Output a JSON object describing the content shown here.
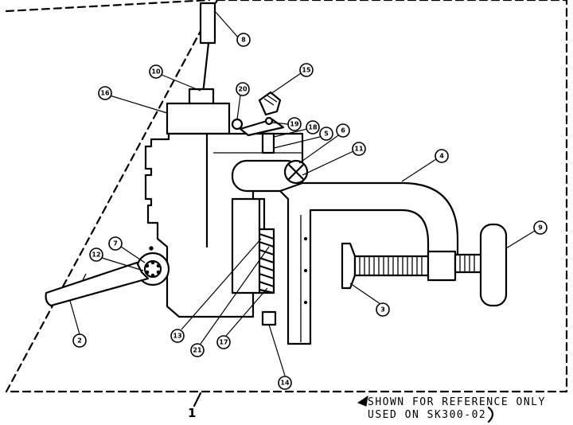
{
  "callouts": [
    "8",
    "10",
    "16",
    "20",
    "15",
    "19",
    "18",
    "5",
    "6",
    "11",
    "4",
    "9",
    "7",
    "12",
    "3",
    "2",
    "13",
    "21",
    "17",
    "14"
  ],
  "assembly_number": "1",
  "note": {
    "line1": "SHOWN FOR REFERENCE ONLY",
    "line2": "USED ON SK300-02"
  }
}
